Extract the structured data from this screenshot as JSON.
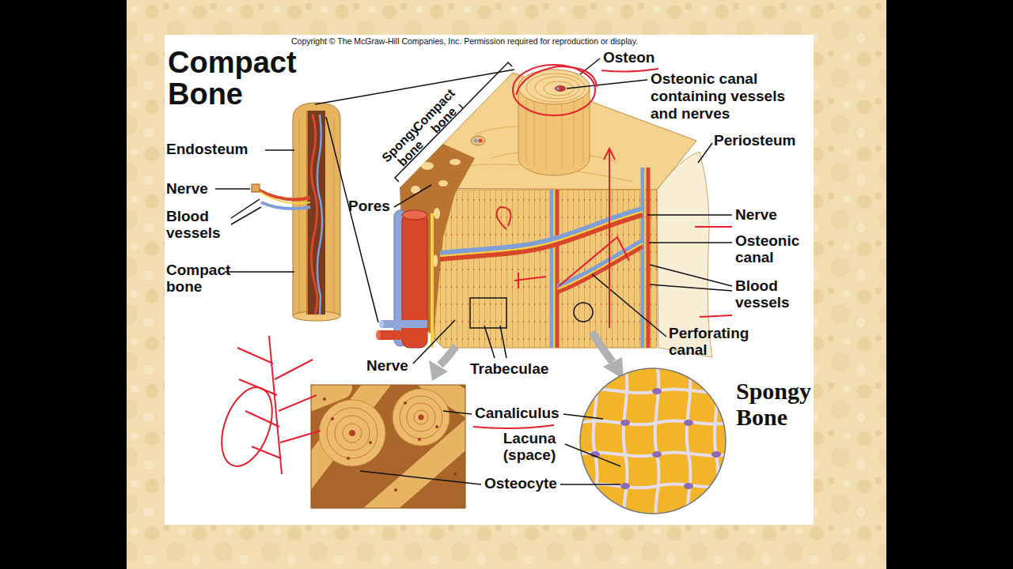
{
  "diagram": {
    "title": "Compact Bone",
    "labels": [
      "Copyright © The McGraw-Hill Companies, Inc. Permission required for reproduction or display.",
      "Osteon",
      "Osteonic canal containing vessels and nerves",
      "Spongy bone",
      "Compact bone",
      "Endosteum",
      "Periosteum",
      "Nerve",
      "Blood vessels",
      "Pores",
      "Nerve",
      "Osteonic canal",
      "Compact bone",
      "Blood vessels",
      "Perforating canal",
      "Nerve",
      "Trabeculae",
      "Canaliculus",
      "Spongy Bone",
      "Lacuna (space)",
      "Osteocyte"
    ]
  }
}
